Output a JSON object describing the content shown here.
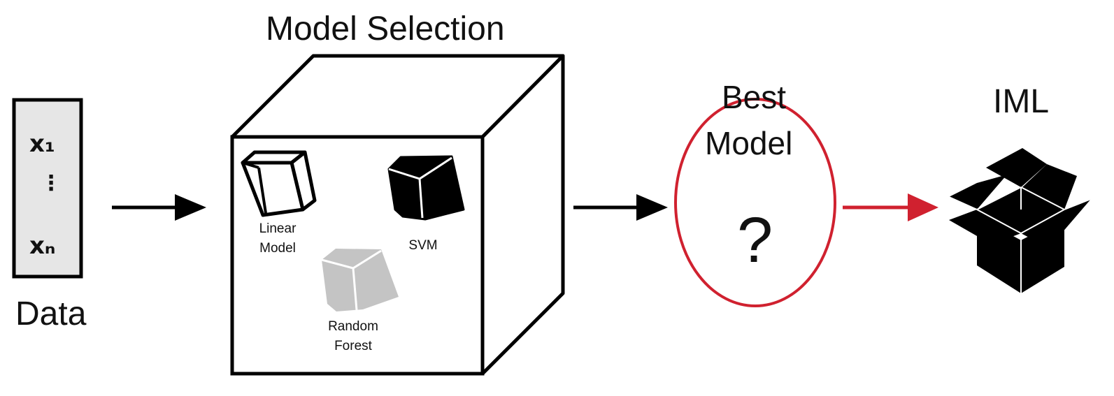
{
  "data_panel": {
    "items": [
      "x₁",
      "⋮",
      "xₙ"
    ],
    "label": "Data"
  },
  "model_selection": {
    "title": "Model Selection",
    "models": [
      {
        "label_line1": "Linear",
        "label_line2": "Model",
        "style": "outline"
      },
      {
        "label_line1": "SVM",
        "label_line2": "",
        "style": "filled"
      },
      {
        "label_line1": "Random",
        "label_line2": "Forest",
        "style": "grey"
      }
    ]
  },
  "best_model": {
    "line1": "Best",
    "line2": "Model",
    "mark": "?"
  },
  "output": {
    "label": "IML",
    "icon": "open-box-icon"
  },
  "colors": {
    "accent": "#d0212f",
    "ink": "#000000",
    "panel_fill": "#e6e6e6",
    "grey_cube": "#c4c4c4"
  }
}
